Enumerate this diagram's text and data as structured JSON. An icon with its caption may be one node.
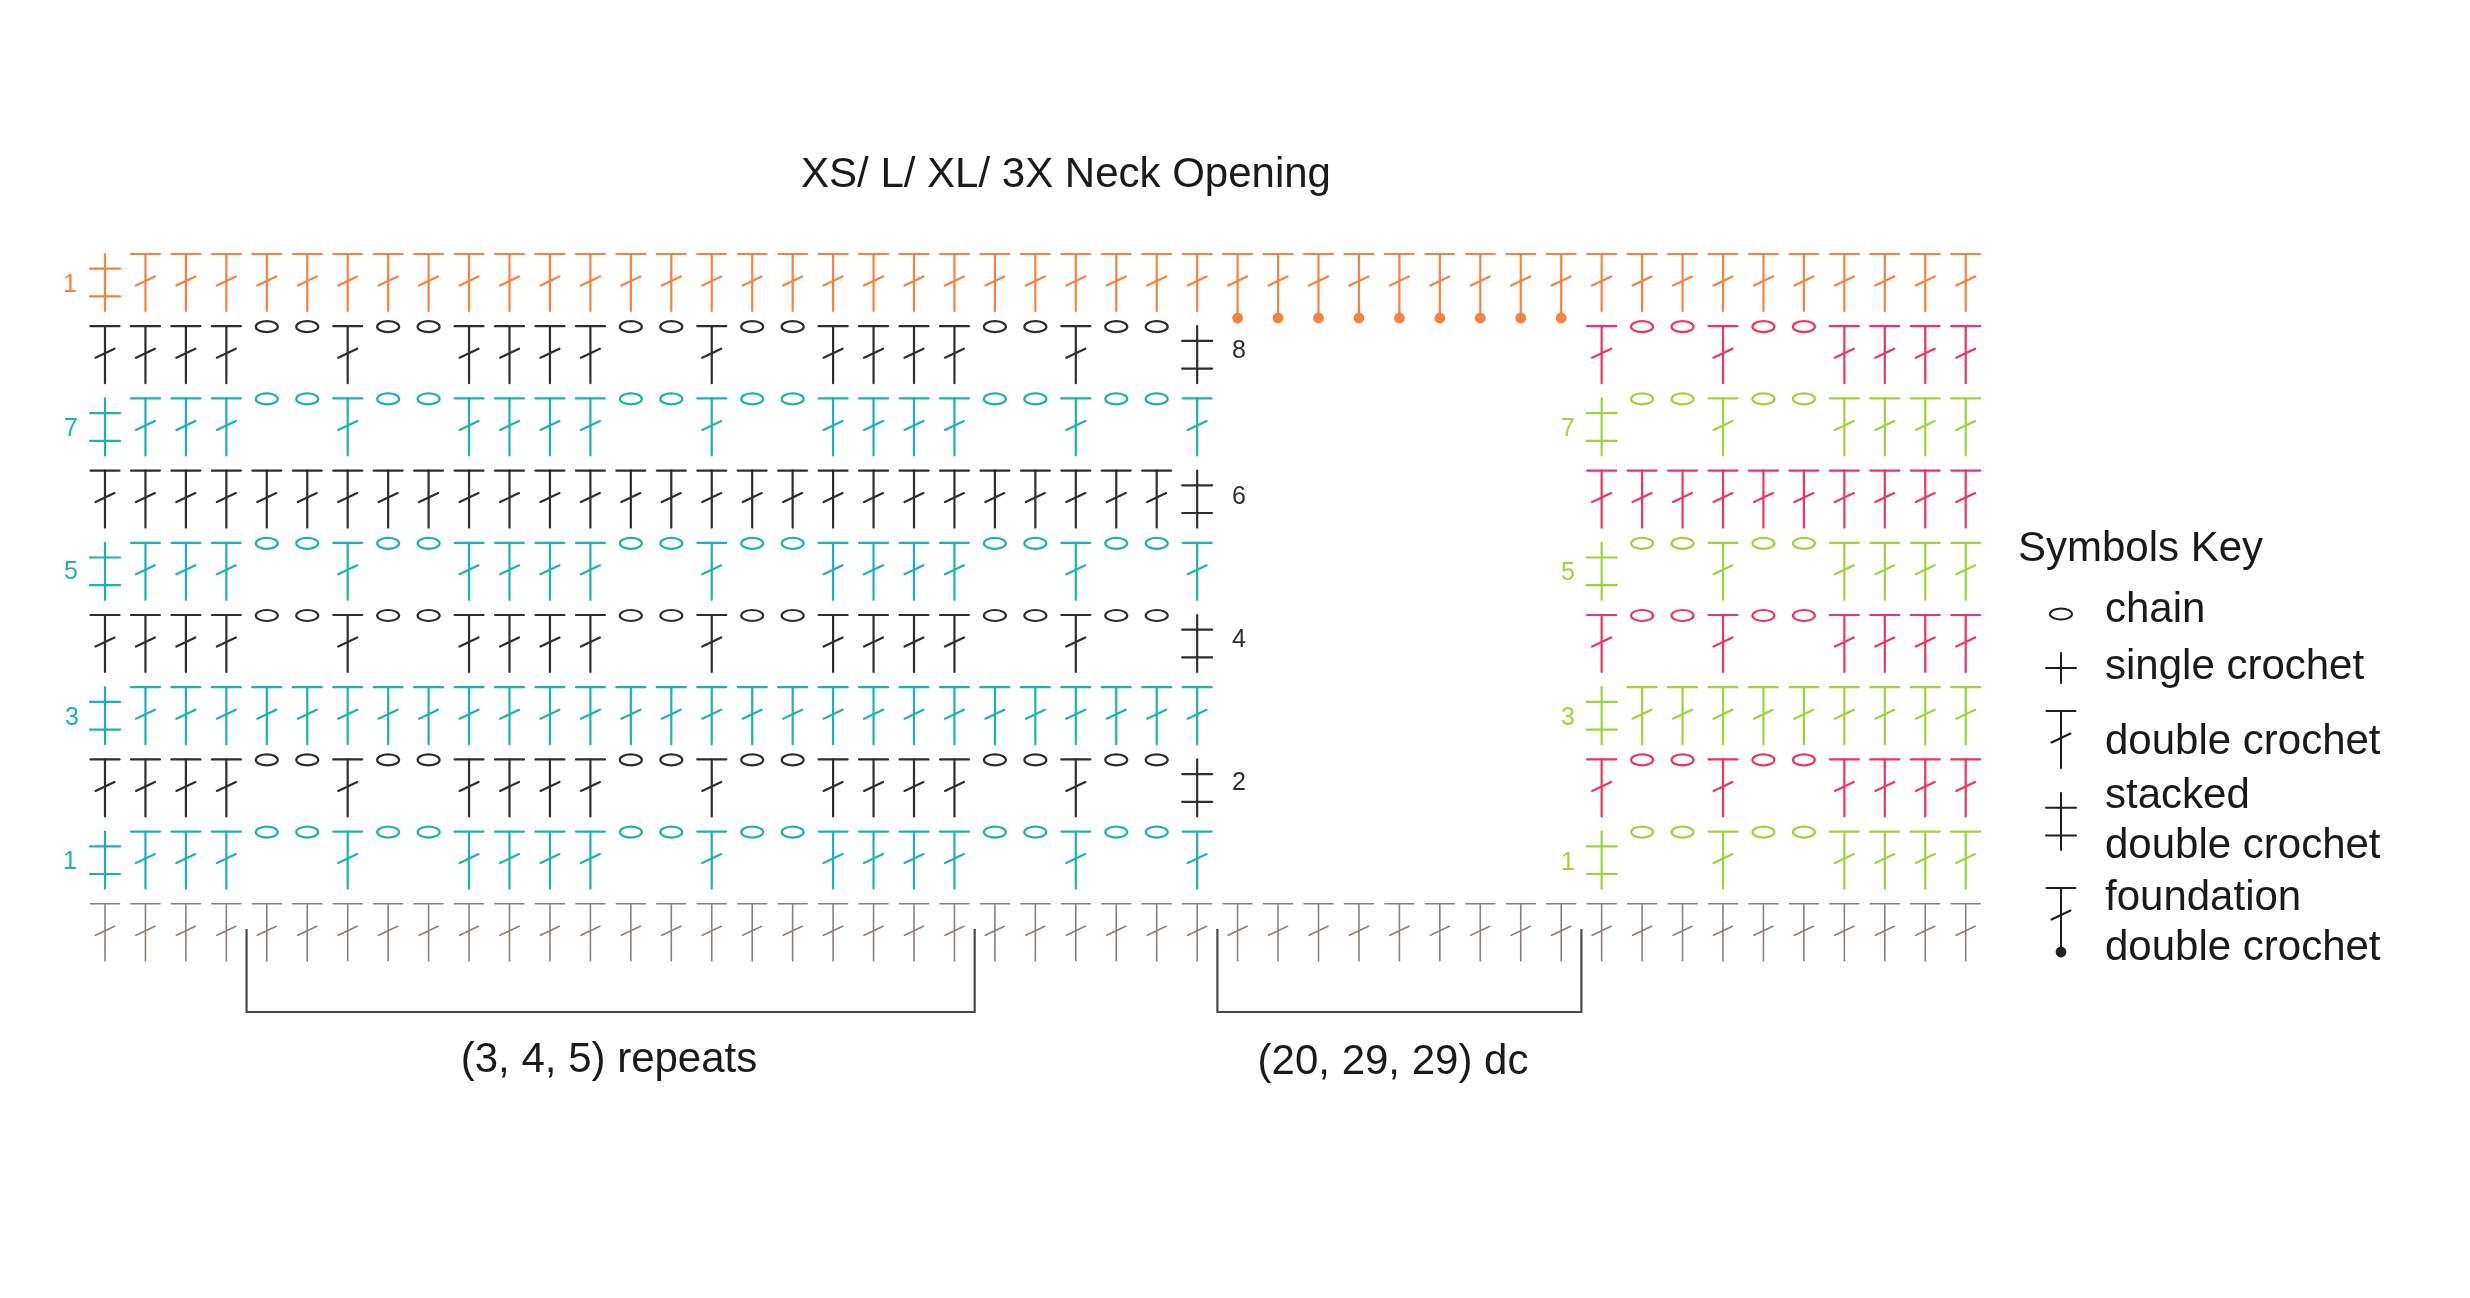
{
  "diagram": {
    "title": "XS/ L/ XL/ 3X Neck Opening",
    "labels": [
      "1",
      "8",
      "7",
      "7",
      "6",
      "5",
      "5",
      "4",
      "3",
      "3",
      "2",
      "1",
      "1",
      "(3, 4, 5) repeats",
      "(20, 29, 29) dc",
      "Symbols Key"
    ],
    "legend": [
      {
        "text": "chain"
      },
      {
        "text": "single crochet"
      },
      {
        "text": "double crochet"
      },
      {
        "text": "stacked double crochet"
      },
      {
        "text": "foundation double crochet"
      }
    ]
  }
}
